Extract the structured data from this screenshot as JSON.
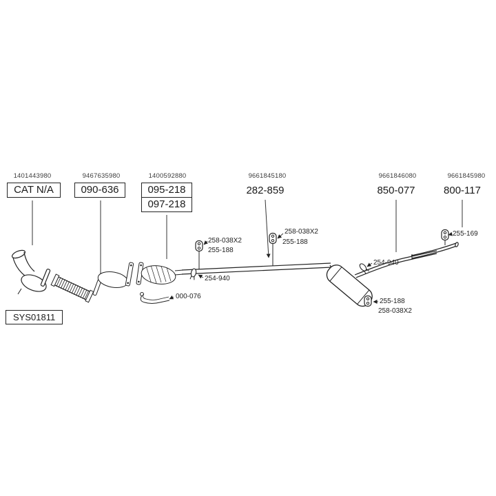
{
  "diagram": {
    "system_code": "SYS01811",
    "columns": [
      {
        "ref": "1401443980",
        "label": "CAT N/A"
      },
      {
        "ref": "9467635980",
        "label": "090-636"
      },
      {
        "ref": "1400592880",
        "label": "095-218",
        "label2": "097-218"
      },
      {
        "ref": "9661845180",
        "label": "282-859"
      },
      {
        "ref": "9661846080",
        "label": "850-077"
      },
      {
        "ref": "9661845980",
        "label": "800-117"
      }
    ],
    "annotations": [
      {
        "part": "258-038X2"
      },
      {
        "part": "255-188"
      },
      {
        "part": "254-940"
      },
      {
        "part": "000-076"
      },
      {
        "part": "258-038X2"
      },
      {
        "part": "255-188"
      },
      {
        "part": "254-940"
      },
      {
        "part": "255-169"
      },
      {
        "part": "255-188"
      },
      {
        "part": "258-038X2"
      }
    ]
  }
}
